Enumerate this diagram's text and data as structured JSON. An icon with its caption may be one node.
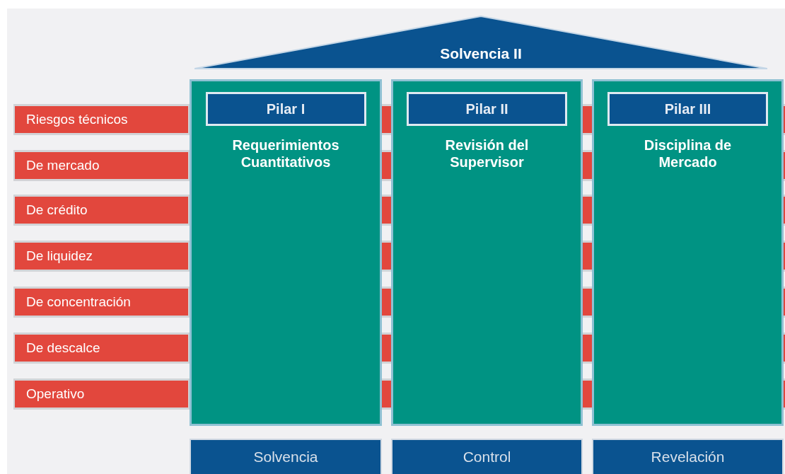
{
  "diagram": {
    "nodes": [
      {
        "text": [
          "Solvencia II"
        ]
      },
      {
        "text": [
          "Requerimientos Cuantitativos"
        ]
      },
      {
        "text": [
          "Pilar I"
        ],
        "in": 1
      },
      {
        "text": [
          "Revisión del Supervisor"
        ]
      },
      {
        "text": [
          "Pilar II"
        ],
        "in": 3
      },
      {
        "text": [
          "Disciplina de Mercado"
        ]
      },
      {
        "text": [
          "Pilar III"
        ],
        "in": 5
      },
      {
        "text": [
          "Riesgos técnicos"
        ]
      },
      {
        "text": [
          "De mercado"
        ]
      },
      {
        "text": [
          "De crédito"
        ]
      },
      {
        "text": [
          "De liquidez"
        ]
      },
      {
        "text": [
          "De concentración"
        ]
      },
      {
        "text": [
          "De descalce"
        ]
      },
      {
        "text": [
          "Operativo"
        ]
      },
      {
        "text": [
          "Solvencia"
        ]
      },
      {
        "text": [
          "Control"
        ]
      },
      {
        "text": [
          "Revelación"
        ]
      }
    ]
  }
}
